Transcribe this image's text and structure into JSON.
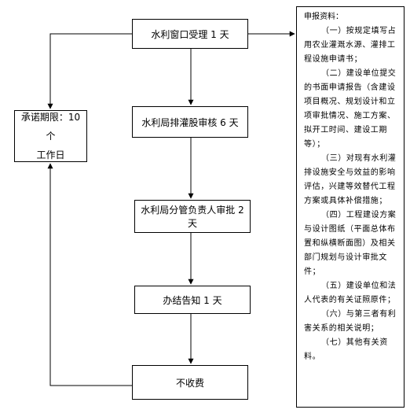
{
  "steps": [
    {
      "label": "水利窗口受理 1 天"
    },
    {
      "label": "水利局排灌股审核 6 天"
    },
    {
      "label": "水利局分管负责人审批 2 天"
    },
    {
      "label": "办结告知 1 天"
    },
    {
      "label": "不收费"
    }
  ],
  "commitment": {
    "line1": "承诺期限：10 个",
    "line2": "工作日"
  },
  "materials": {
    "title": "申报资料：",
    "items": [
      "（一）按规定填写占用农业灌溉水源、灌排工程设施申请书；",
      "（二）建设单位提交的书面申请报告（含建设项目概况、规划设计和立项审批情况、施工方案、拟开工时间、建设工期等）；",
      "（三）对现有水利灌排设施安全与效益的影响评估，兴建等效替代工程方案或具体补偿措施；",
      "（四）工程建设方案与设计图纸（平面总体布置和纵横断面图）及相关部门规划与设计审批文件；",
      "（五）建设单位和法人代表的有关证照原件；",
      "（六）与第三者有利害关系的相关说明；",
      "（七）其他有关资料。"
    ]
  }
}
